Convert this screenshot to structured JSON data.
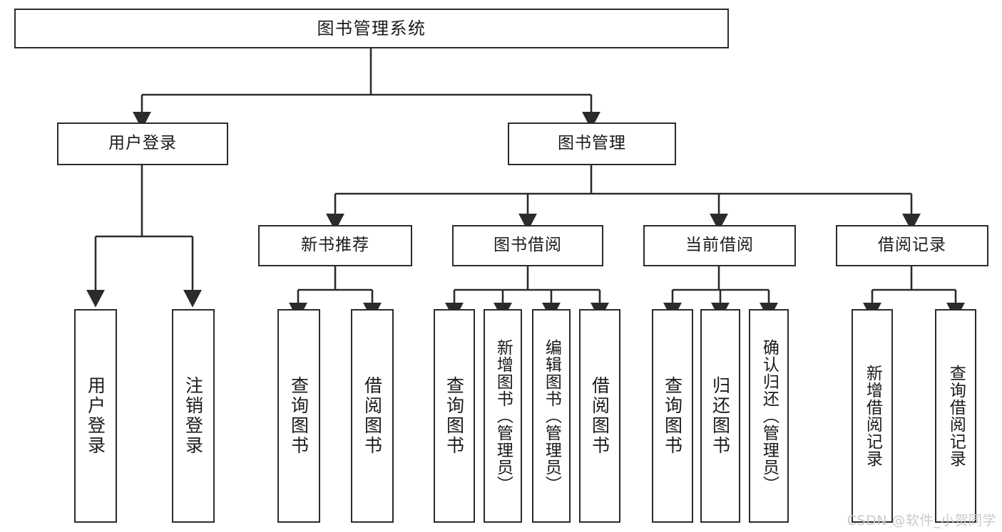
{
  "diagram": {
    "type": "tree",
    "title": "图书管理系统",
    "watermark": "CSDN @软件_小贺同学",
    "colors": {
      "background": "#ffffff",
      "border": "#2b2b2b",
      "text": "#1a1a1a",
      "edge": "#2b2b2b",
      "watermark": "#c9c9c9"
    },
    "nodes": {
      "root": {
        "label": "图书管理系统"
      },
      "level1": [
        {
          "label": "用户登录"
        },
        {
          "label": "图书管理"
        }
      ],
      "level2": [
        {
          "label": "新书推荐"
        },
        {
          "label": "图书借阅"
        },
        {
          "label": "当前借阅"
        },
        {
          "label": "借阅记录"
        }
      ],
      "leaves_login": [
        {
          "label": "用户登录"
        },
        {
          "label": "注销登录"
        }
      ],
      "leaves_newbook": [
        {
          "label": "查询图书"
        },
        {
          "label": "借阅图书"
        }
      ],
      "leaves_borrow": [
        {
          "label": "查询图书"
        },
        {
          "label": "新增图书（管理员）"
        },
        {
          "label": "编辑图书（管理员）"
        },
        {
          "label": "借阅图书"
        }
      ],
      "leaves_current": [
        {
          "label": "查询图书"
        },
        {
          "label": "归还图书"
        },
        {
          "label": "确认归还（管理员）"
        }
      ],
      "leaves_record": [
        {
          "label": "新增借阅记录"
        },
        {
          "label": "查询借阅记录"
        }
      ]
    }
  }
}
